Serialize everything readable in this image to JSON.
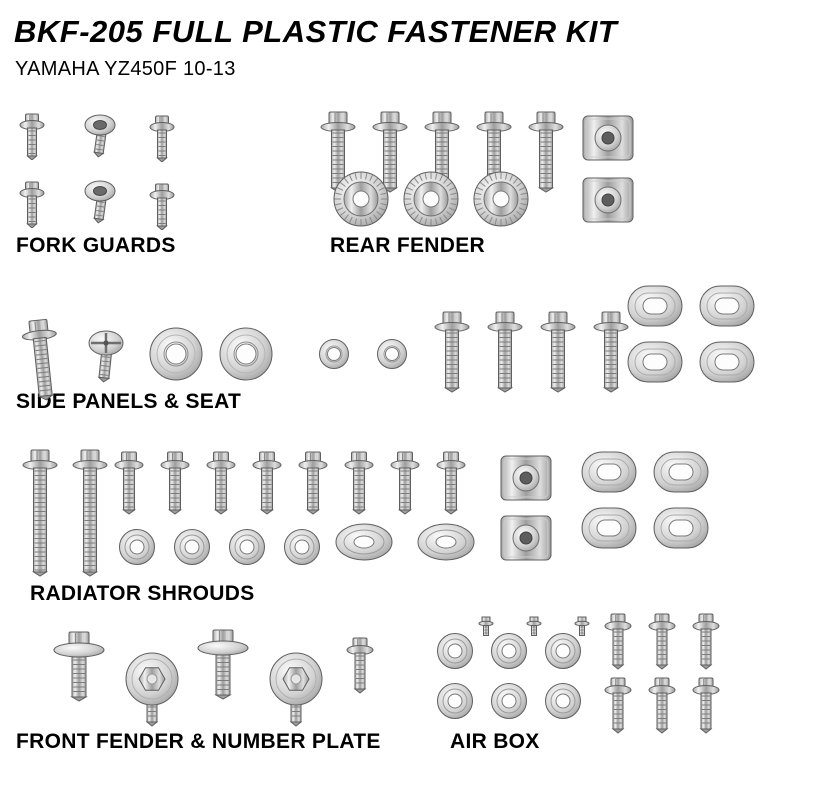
{
  "title": "BKF-205 FULL PLASTIC FASTENER KIT",
  "subtitle": "YAMAHA YZ450F 10-13",
  "colors": {
    "background": "#ffffff",
    "text": "#000000",
    "metal_light": "#f0f0f0",
    "metal_dark": "#8f8f8f"
  },
  "parts_legend": {
    "bolt-lg": "hex flange bolt (large)",
    "bolt-md": "hex flange bolt (medium)",
    "bolt-sm": "hex flange bolt (small)",
    "bolt-long": "long hex flange bolt",
    "screw-shoulder": "shoulder screw",
    "screw-flat": "countersunk socket screw",
    "screw-pan": "pan head phillips screw",
    "screw-tiny": "small screw",
    "washer-lg": "large flat washer",
    "washer-md": "small flat washer",
    "washer-serrated": "serrated flange washer",
    "grommet-round": "round grommet washer",
    "grommet-oval": "oval grommet",
    "washer-oval": "oblong plate washer",
    "clipnut": "square clip nut plate",
    "bolt-washer-v": "bolt with captive washer (side view)",
    "bolt-washer-f": "bolt with captive washer (top view)"
  },
  "sections": [
    {
      "id": "fork-guards",
      "label": "FORK GUARDS",
      "groups": [
        {
          "part": "screw-shoulder",
          "count": 2,
          "desc": "shoulder screws, left column"
        },
        {
          "part": "screw-flat",
          "count": 2,
          "desc": "countersunk screws, middle column"
        },
        {
          "part": "screw-shoulder",
          "count": 2,
          "desc": "shoulder screws, right column"
        }
      ]
    },
    {
      "id": "rear-fender",
      "label": "REAR FENDER",
      "groups": [
        {
          "part": "bolt-lg",
          "count": 5,
          "desc": "hex flange bolts"
        },
        {
          "part": "washer-serrated",
          "count": 3,
          "desc": "serrated flange washers"
        },
        {
          "part": "clipnut",
          "count": 2,
          "desc": "square clip nut plates"
        }
      ]
    },
    {
      "id": "side-panels-seat",
      "label": "SIDE PANELS & SEAT",
      "groups": [
        {
          "part": "bolt-lg",
          "count": 1,
          "desc": "hex flange bolt"
        },
        {
          "part": "screw-pan",
          "count": 1,
          "desc": "pan head phillips screw"
        },
        {
          "part": "washer-lg",
          "count": 2,
          "desc": "large flat washers"
        },
        {
          "part": "washer-md",
          "count": 2,
          "desc": "small flat washers"
        },
        {
          "part": "bolt-lg",
          "count": 4,
          "desc": "hex flange bolts"
        },
        {
          "part": "washer-oval",
          "count": 4,
          "desc": "oblong plate washers"
        }
      ]
    },
    {
      "id": "radiator-shrouds",
      "label": "RADIATOR SHROUDS",
      "groups": [
        {
          "part": "bolt-long",
          "count": 2,
          "desc": "long hex flange bolts"
        },
        {
          "part": "bolt-md",
          "count": 8,
          "desc": "hex flange bolts"
        },
        {
          "part": "grommet-round",
          "count": 4,
          "desc": "round grommet washers"
        },
        {
          "part": "grommet-oval",
          "count": 2,
          "desc": "oval grommets"
        },
        {
          "part": "clipnut",
          "count": 2,
          "desc": "square clip nut plates"
        },
        {
          "part": "washer-oval",
          "count": 4,
          "desc": "oblong plate washers"
        }
      ]
    },
    {
      "id": "front-fender-number-plate",
      "label": "FRONT FENDER & NUMBER PLATE",
      "groups": [
        {
          "part": "bolt-washer-v",
          "count": 1,
          "desc": "bolt with captive washer"
        },
        {
          "part": "bolt-washer-f",
          "count": 1,
          "desc": "bolt with captive washer, head view"
        },
        {
          "part": "bolt-washer-v",
          "count": 1,
          "desc": "bolt with captive washer"
        },
        {
          "part": "bolt-washer-f",
          "count": 1,
          "desc": "bolt with captive washer, head view"
        },
        {
          "part": "bolt-sm",
          "count": 1,
          "desc": "hex flange bolt"
        }
      ]
    },
    {
      "id": "air-box",
      "label": "AIR BOX",
      "groups": [
        {
          "part": "screw-tiny",
          "count": 3,
          "desc": "small screws"
        },
        {
          "part": "grommet-round",
          "count": 6,
          "desc": "round grommet washers"
        },
        {
          "part": "bolt-sm",
          "count": 6,
          "desc": "hex flange bolts"
        }
      ]
    }
  ]
}
